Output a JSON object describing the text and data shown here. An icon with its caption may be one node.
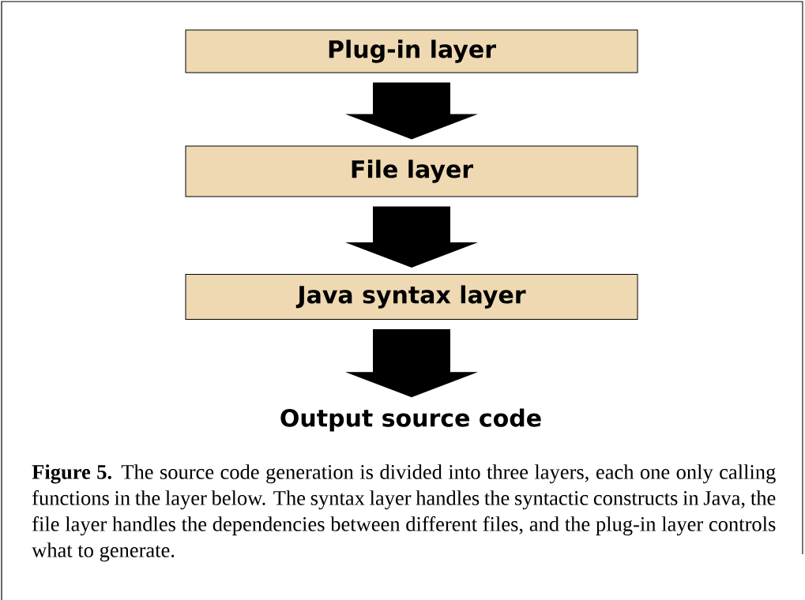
{
  "diagram": {
    "caption": "**Figure 5.** The source code generation is divided into three layers, each one only calling functions in the layer below. The syntax layer handles the syntactic constructs in Java, the file layer handles the dependencies between different files, and the plug-in layer controls what to generate.",
    "nodes": [
      {
        "text": [
          "Plug-in layer"
        ]
      },
      {
        "text": [
          "File layer"
        ]
      },
      {
        "text": [
          "Java syntax layer"
        ]
      },
      {
        "text": [
          "Output source code"
        ]
      }
    ],
    "edges": [
      {
        "from": 0,
        "to": 1,
        "arrow": "to"
      },
      {
        "from": 1,
        "to": 2,
        "arrow": "to"
      },
      {
        "from": 2,
        "to": 3,
        "arrow": "to"
      }
    ]
  }
}
